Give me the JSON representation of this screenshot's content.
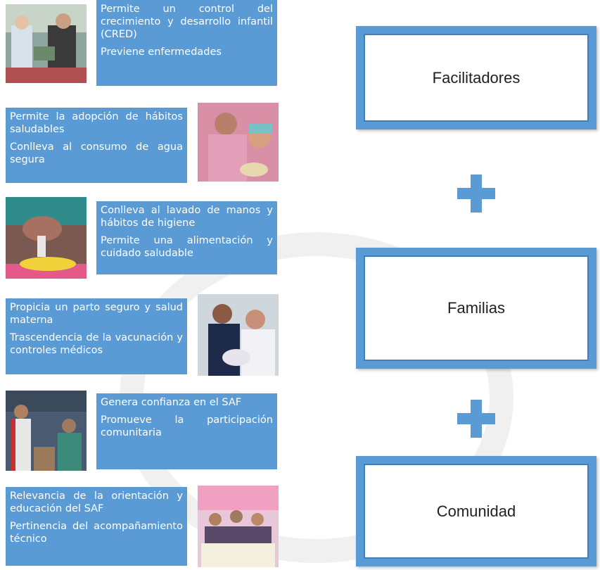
{
  "rows": [
    {
      "lines": [
        "Permite un control del crecimiento y desarrollo infantil (CRED)",
        "Previene enfermedades"
      ]
    },
    {
      "lines": [
        "Permite la adopción de hábitos saludables",
        "Conlleva al consumo de agua segura"
      ]
    },
    {
      "lines": [
        "Conlleva al lavado de manos y hábitos de higiene",
        "Permite una alimentación y cuidado saludable"
      ]
    },
    {
      "lines": [
        "Propicia un parto seguro y salud materna",
        "Trascendencia de la vacunación y controles médicos"
      ]
    },
    {
      "lines": [
        "Genera confianza en el SAF",
        "Promueve la participación comunitaria"
      ]
    },
    {
      "lines": [
        "Relevancia de la orientación y educación del SAF",
        "Pertinencia del acompañamiento técnico"
      ]
    }
  ],
  "boxes": [
    "Facilitadores",
    "Familias",
    "Comunidad"
  ],
  "colors": {
    "box_fill": "#5b9bd5",
    "text_on_box": "#ffffff"
  }
}
